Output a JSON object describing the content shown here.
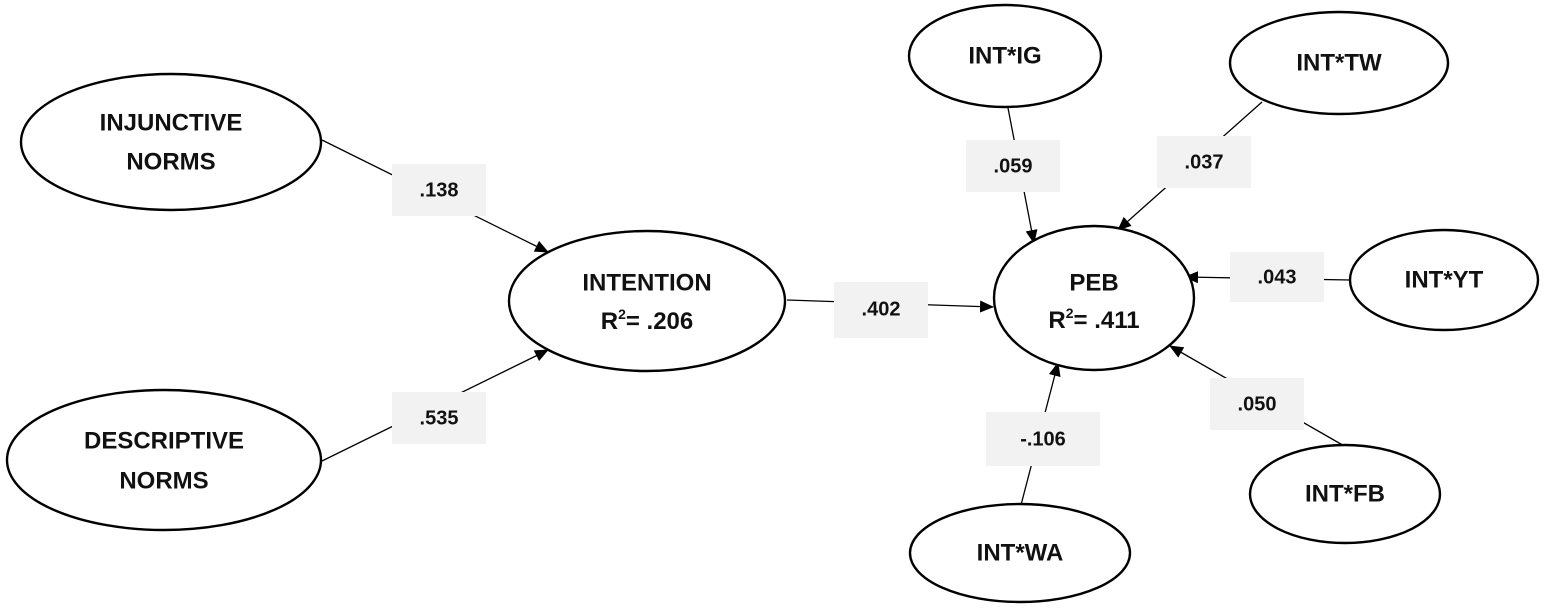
{
  "colors": {
    "node_fill": "#ffffff",
    "node_stroke": "#000000",
    "label_box": "#f2f2f2",
    "text": "#111111"
  },
  "nodes": {
    "injunctive_norms": {
      "lines": [
        "INJUNCTIVE",
        "NORMS"
      ]
    },
    "descriptive_norms": {
      "lines": [
        "DESCRIPTIVE",
        "NORMS"
      ]
    },
    "intention": {
      "title": "INTENTION",
      "r2_prefix": "R",
      "r2_sup": "2",
      "r2_value": "= .206"
    },
    "peb": {
      "title": "PEB",
      "r2_prefix": "R",
      "r2_sup": "2",
      "r2_value": "= .411"
    },
    "int_ig": {
      "label": "INT*IG"
    },
    "int_tw": {
      "label": "INT*TW"
    },
    "int_yt": {
      "label": "INT*YT"
    },
    "int_fb": {
      "label": "INT*FB"
    },
    "int_wa": {
      "label": "INT*WA"
    }
  },
  "edges": [
    {
      "from": "injunctive_norms",
      "to": "intention",
      "label": ".138"
    },
    {
      "from": "descriptive_norms",
      "to": "intention",
      "label": ".535"
    },
    {
      "from": "intention",
      "to": "peb",
      "label": ".402"
    },
    {
      "from": "int_ig",
      "to": "peb",
      "label": ".059"
    },
    {
      "from": "int_tw",
      "to": "peb",
      "label": ".037"
    },
    {
      "from": "int_yt",
      "to": "peb",
      "label": ".043"
    },
    {
      "from": "int_fb",
      "to": "peb",
      "label": ".050"
    },
    {
      "from": "int_wa",
      "to": "peb",
      "label": "-.106"
    }
  ]
}
